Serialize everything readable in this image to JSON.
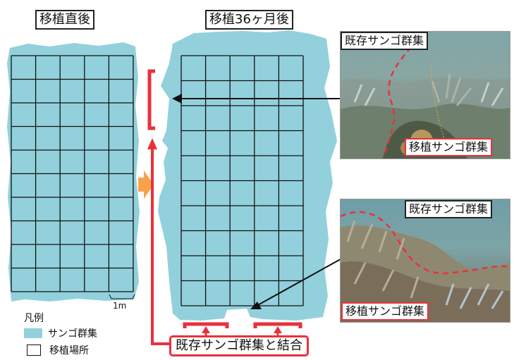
{
  "labels": {
    "before": "移植直後",
    "after": "移植36ヶ月後",
    "photo_top_existing": "既存サンゴ群集",
    "photo_top_transplant": "移植サンゴ群集",
    "photo_bottom_existing": "既存サンゴ群集",
    "photo_bottom_transplant": "移植サンゴ群集",
    "merge": "既存サンゴ群集と結合"
  },
  "legend": {
    "title": "凡例",
    "items": [
      {
        "label": "サンゴ群集",
        "color": "#92d1dc"
      },
      {
        "label": "移植場所",
        "color": "#ffffff"
      }
    ]
  },
  "scale": {
    "label": "1m"
  },
  "colors": {
    "coral": "#92d1dc",
    "accent": "#e8313c",
    "arrow": "#f7a14b",
    "grid": "#111111"
  },
  "grid": {
    "columns": 5,
    "rows": 10
  }
}
